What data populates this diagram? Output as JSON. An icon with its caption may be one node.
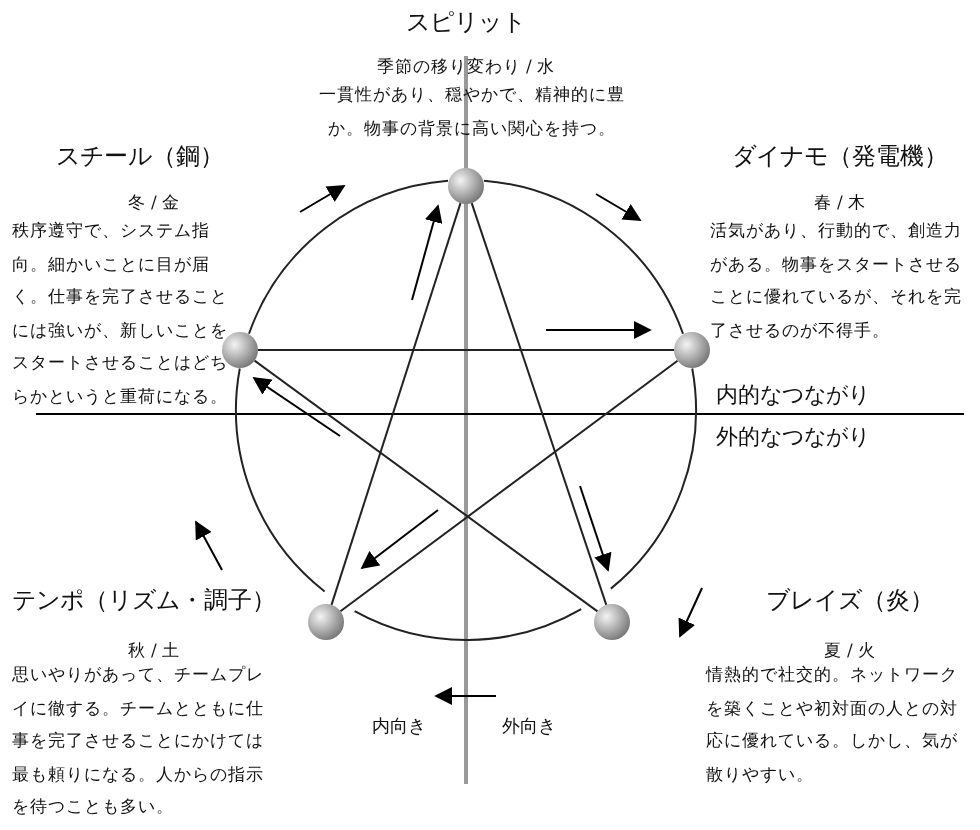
{
  "diagram": {
    "nodes": [
      {
        "text": [],
        "shape": "circle",
        "beside": [
          "スピリット",
          "季節の移り変わり / 水",
          "一貫性があり、穏やかで、精神的に豊か。物事の背景に高い関心を持つ。"
        ]
      },
      {
        "text": [],
        "shape": "circle",
        "beside": [
          "ダイナモ（発電機）",
          "春 / 木",
          "活気があり、行動的で、創造力がある。物事をスタートさせることに優れているが、それを完了させるのが不得手。"
        ]
      },
      {
        "text": [],
        "shape": "circle",
        "beside": [
          "ブレイズ（炎）",
          "夏 / 火",
          "情熱的で社交的。ネットワークを築くことや初対面の人との対応に優れている。しかし、気が散りやすい。"
        ]
      },
      {
        "text": [],
        "shape": "circle",
        "beside": [
          "テンポ（リズム・調子）",
          "秋 / 土",
          "思いやりがあって、チームプレイに徹する。チームとともに仕事を完了させることにかけては最も頼りになる。人からの指示を待つことも多い。"
        ]
      },
      {
        "text": [],
        "shape": "circle",
        "beside": [
          "スチール（鋼）",
          "冬 / 金",
          "秩序遵守で、システム指向。細かいことに目が届く。仕事を完了させることには強いが、新しいことをスタートさせることはどちらかというと重荷になる。"
        ]
      }
    ],
    "edges": [
      {
        "from": 0,
        "to": 1,
        "arrow": "none"
      },
      {
        "from": 1,
        "to": 2,
        "arrow": "none"
      },
      {
        "from": 2,
        "to": 3,
        "arrow": "none"
      },
      {
        "from": 3,
        "to": 4,
        "arrow": "none"
      },
      {
        "from": 4,
        "to": 0,
        "arrow": "none"
      },
      {
        "from": 0,
        "to": 3,
        "arrow": "none"
      },
      {
        "from": 0,
        "to": 2,
        "arrow": "none"
      },
      {
        "from": 4,
        "to": 1,
        "arrow": "none"
      },
      {
        "from": 4,
        "to": 2,
        "arrow": "none"
      },
      {
        "from": 1,
        "to": 3,
        "arrow": "none"
      }
    ],
    "labels": [
      "内的なつながり",
      "外的なつながり",
      "内向き",
      "外向き"
    ]
  }
}
